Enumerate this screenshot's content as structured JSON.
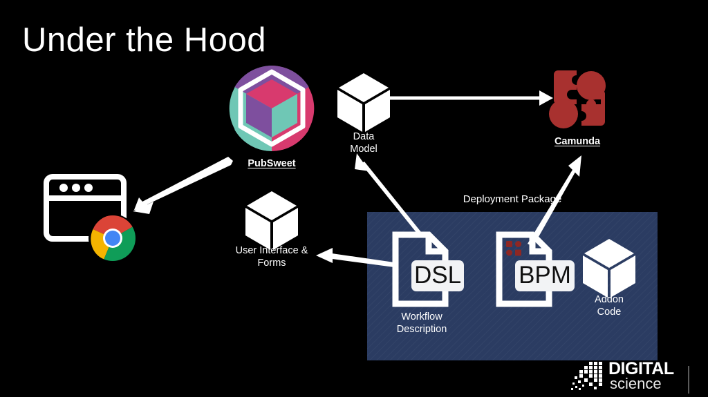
{
  "slide": {
    "title": "Under the Hood",
    "background_color": "#000000",
    "text_color": "#ffffff"
  },
  "nodes": {
    "pubsweet": {
      "label": "PubSweet",
      "icon": "pubsweet-cube-logo",
      "colors": {
        "purple": "#7e4f9e",
        "teal": "#6fc7b5",
        "pink": "#d83a6e"
      }
    },
    "data_model": {
      "label": "Data\nModel",
      "icon": "cube-icon"
    },
    "camunda": {
      "label": "Camunda",
      "icon": "camunda-puzzle-logo",
      "colors": {
        "red": "#a8312f"
      }
    },
    "browser": {
      "label": "",
      "icon": "browser-window-icon",
      "overlay_icon": "chrome-logo",
      "chrome_colors": {
        "red": "#db4437",
        "yellow": "#f4b400",
        "green": "#0f9d58",
        "blue": "#4285f4"
      }
    },
    "user_interface": {
      "label": "User Interface &\nForms",
      "icon": "cube-icon"
    }
  },
  "deployment_package": {
    "caption": "Deployment Package",
    "panel_color": "#2b3c62",
    "items": [
      {
        "id": "workflow-description",
        "badge": "DSL",
        "label": "Workflow\nDescription",
        "icon": "document-icon"
      },
      {
        "id": "bpm-model",
        "badge": "BPM",
        "label": "",
        "icon": "document-icon",
        "stamp": "camunda-mini-mark"
      },
      {
        "id": "addon-code",
        "badge": "",
        "label": "Addon\nCode",
        "icon": "cube-icon"
      }
    ]
  },
  "arrows": [
    {
      "id": "pubsweet-to-browser",
      "from": "pubsweet",
      "to": "browser",
      "style": "tapered"
    },
    {
      "id": "datamodel-to-camunda",
      "from": "data_model",
      "to": "camunda",
      "style": "thin"
    },
    {
      "id": "dsl-to-datamodel",
      "from": "workflow-description",
      "to": "data_model",
      "style": "tapered"
    },
    {
      "id": "dsl-to-userinterface",
      "from": "workflow-description",
      "to": "user_interface",
      "style": "tapered"
    },
    {
      "id": "bpm-to-camunda",
      "from": "bpm-model",
      "to": "camunda",
      "style": "tapered"
    }
  ],
  "branding": {
    "logo_word": "DIGITAL",
    "logo_subword": "science",
    "logo_mark": "pixel-dissolve-mark"
  }
}
